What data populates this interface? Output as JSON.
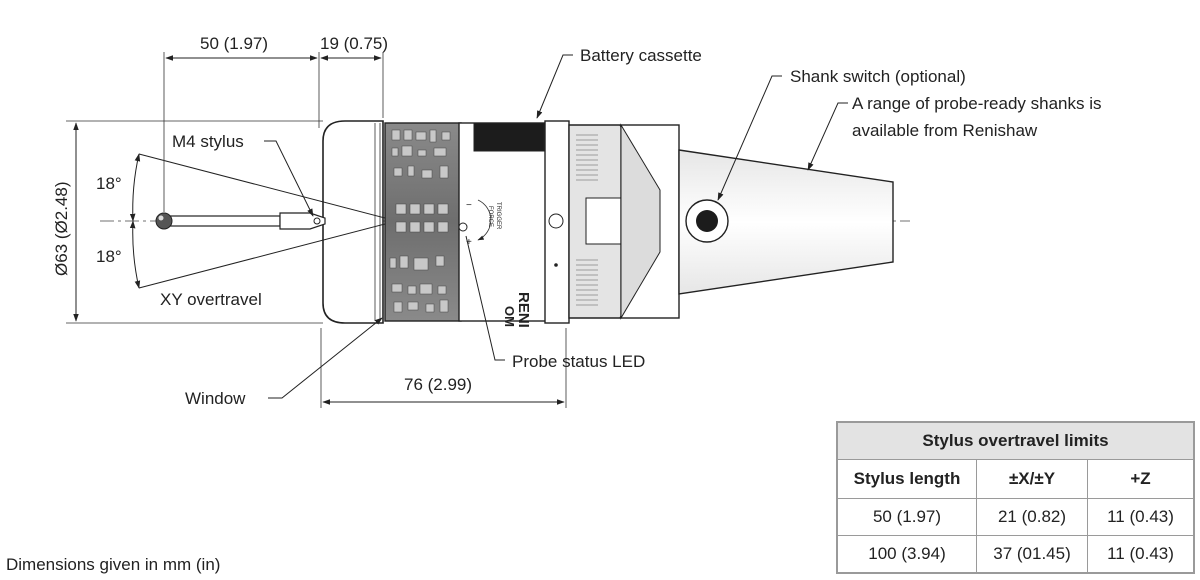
{
  "labels": {
    "battery_cassette": "Battery cassette",
    "shank_switch": "Shank switch (optional)",
    "shanks_line1": "A range of probe-ready shanks is",
    "shanks_line2": "available from Renishaw",
    "m4_stylus": "M4 stylus",
    "xy_overtravel": "XY overtravel",
    "window": "Window",
    "probe_status_led": "Probe status LED"
  },
  "dimensions": {
    "dim_50": "50 (1.97)",
    "dim_19": "19 (0.75)",
    "dim_76": "76 (2.99)",
    "diameter": "Ø63 (Ø2.48)",
    "angle_top": "18°",
    "angle_bottom": "18°"
  },
  "body_text": {
    "brand": "RENI",
    "model": "OM",
    "trigger": "TRIGGER",
    "force": "FORCE",
    "minus": "−",
    "plus": "+"
  },
  "table": {
    "title": "Stylus overtravel limits",
    "headers": [
      "Stylus length",
      "±X/±Y",
      "+Z"
    ],
    "rows": [
      [
        "50 (1.97)",
        "21 (0.82)",
        "11 (0.43)"
      ],
      [
        "100 (3.94)",
        "37 (01.45)",
        "11 (0.43)"
      ]
    ]
  },
  "note": "Dimensions given in mm (in)"
}
